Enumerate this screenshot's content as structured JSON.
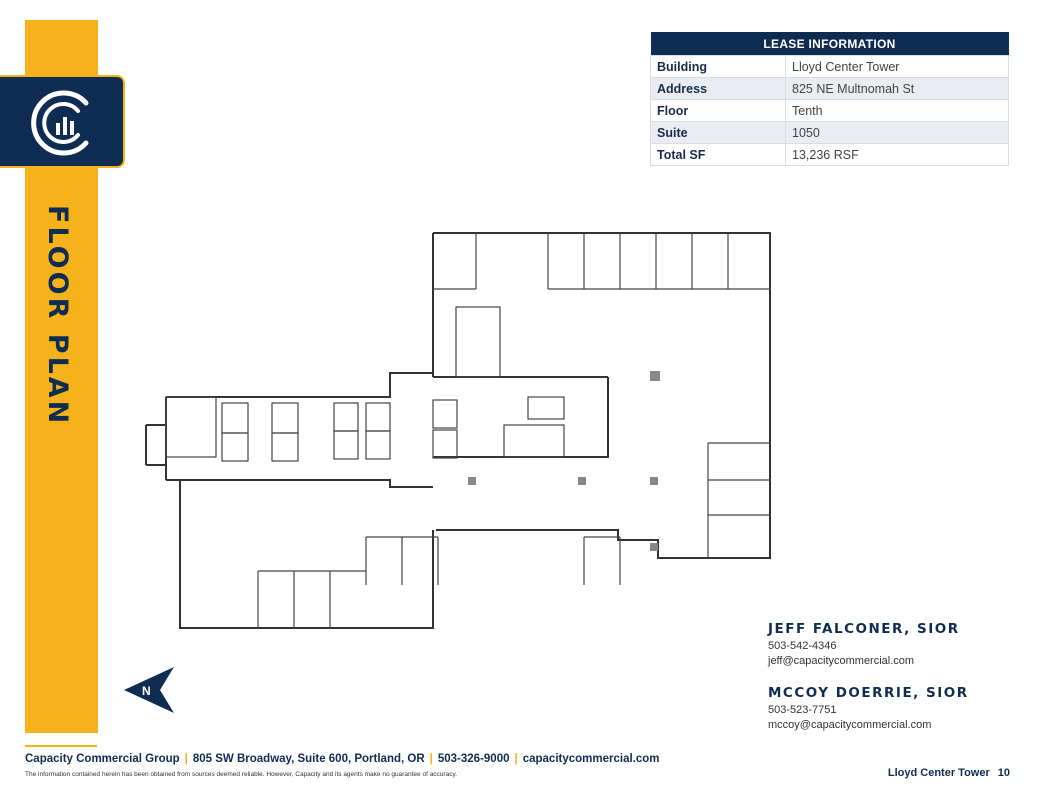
{
  "sidebar": {
    "title": "FLOOR PLAN",
    "logo_icon": "capacity-logo-icon",
    "brand_color": "#f6b21a",
    "navy_color": "#0f2d52"
  },
  "lease": {
    "header": "LEASE INFORMATION",
    "rows": [
      {
        "label": "Building",
        "value": "Lloyd Center Tower"
      },
      {
        "label": "Address",
        "value": "825 NE Multnomah St"
      },
      {
        "label": "Floor",
        "value": "Tenth"
      },
      {
        "label": "Suite",
        "value": "1050"
      },
      {
        "label": "Total SF",
        "value": "13,236 RSF"
      }
    ]
  },
  "contacts": [
    {
      "name": "JEFF FALCONER, SIOR",
      "phone": "503-542-4346",
      "email": "jeff@capacitycommercial.com"
    },
    {
      "name": "MCCOY DOERRIE, SIOR",
      "phone": "503-523-7751",
      "email": "mccoy@capacitycommercial.com"
    }
  ],
  "compass": {
    "label": "N",
    "icon": "north-arrow-icon"
  },
  "footer": {
    "company": "Capacity Commercial Group",
    "address": "805 SW Broadway, Suite 600, Portland, OR",
    "phone": "503-326-9000",
    "website": "capacitycommercial.com",
    "disclaimer": "The information contained herein has been obtained from sources deemed reliable. However, Capacity and its agents make no guarantee of accuracy.",
    "building": "Lloyd Center Tower",
    "page": "10"
  }
}
